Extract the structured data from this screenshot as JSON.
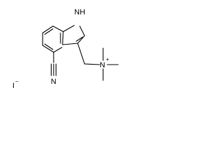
{
  "molecule": {
    "atoms": {
      "nh": "NH",
      "nitrile_n": "N",
      "quaternary_n": "N",
      "iodide": "I"
    },
    "charges": {
      "ammonium": "+",
      "iodide": "−"
    }
  }
}
